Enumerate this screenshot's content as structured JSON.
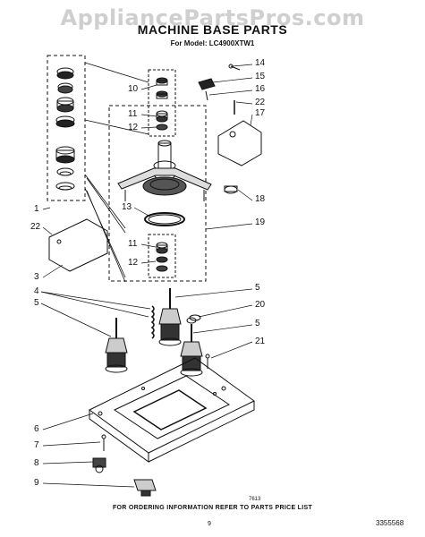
{
  "watermark": "AppliancePartsPros.com",
  "title": "MACHINE BASE PARTS",
  "subtitle": "For Model: LC4900XTW1",
  "footer": "FOR ORDERING INFORMATION REFER TO PARTS PRICE LIST",
  "figure_number": "7613",
  "page_number": "9",
  "document_number": "3355568",
  "callouts": {
    "c14": "14",
    "c15": "15",
    "c16": "16",
    "c22a": "22",
    "c17": "17",
    "c10": "10",
    "c11a": "11",
    "c12a": "12",
    "c13": "13",
    "c18": "18",
    "c19": "19",
    "c1": "1",
    "c22b": "22",
    "c11b": "11",
    "c12b": "12",
    "c3": "3",
    "c4": "4",
    "c5a": "5",
    "c5b": "5",
    "c20": "20",
    "c5c": "5",
    "c21": "21",
    "c6": "6",
    "c7": "7",
    "c8": "8",
    "c9": "9"
  }
}
